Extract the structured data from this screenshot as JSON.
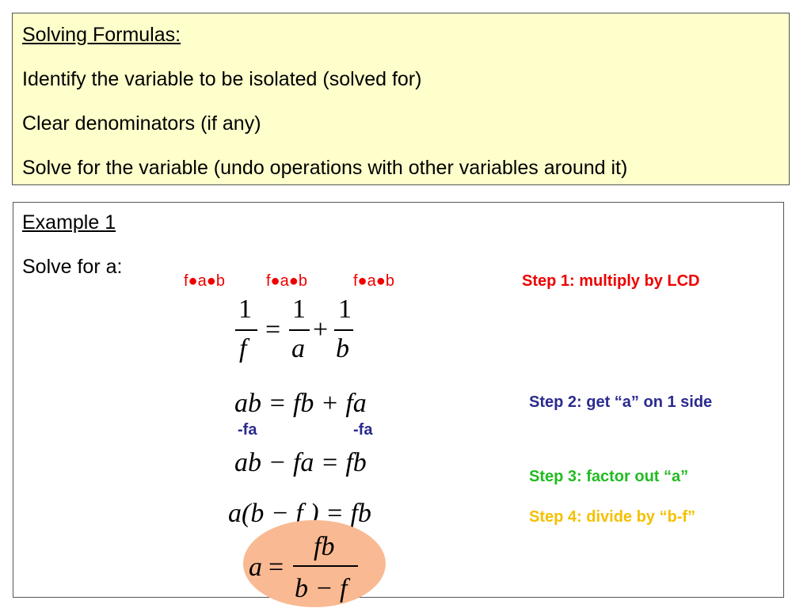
{
  "box1": {
    "title": "Solving Formulas:",
    "lines": [
      "Identify the variable to be isolated (solved for)",
      "Clear denominators (if any)",
      "Solve for the variable (undo operations with other variables around it)"
    ]
  },
  "box2": {
    "title": "Example 1",
    "prompt": "Solve for a:",
    "multipliers": [
      "f●a●b",
      "f●a●b",
      "f●a●b"
    ],
    "subtractions": [
      "-fa",
      "-fa"
    ],
    "steps": [
      {
        "text": "Step 1:  multiply by LCD",
        "color": "#ee0000"
      },
      {
        "text": "Step 2:  get “a” on 1 side",
        "color": "#2b2b8f"
      },
      {
        "text": "Step 3:  factor out “a”",
        "color": "#22bb22"
      },
      {
        "text": "Step 4:  divide by “b-f”",
        "color": "#f5c000"
      }
    ],
    "highlight_color": "#f9b992",
    "equations": {
      "eq1": {
        "num1": "1",
        "den1": "f",
        "eqsign": "=",
        "num2": "1",
        "den2": "a",
        "plus": "+",
        "num3": "1",
        "den3": "b"
      },
      "eq2": "ab = fb + fa",
      "eq3": "ab − fa = fb",
      "eq4": "a(b − f ) = fb",
      "eq5": {
        "lhs": "a",
        "eqsign": "=",
        "num": "fb",
        "den": "b − f"
      }
    }
  }
}
